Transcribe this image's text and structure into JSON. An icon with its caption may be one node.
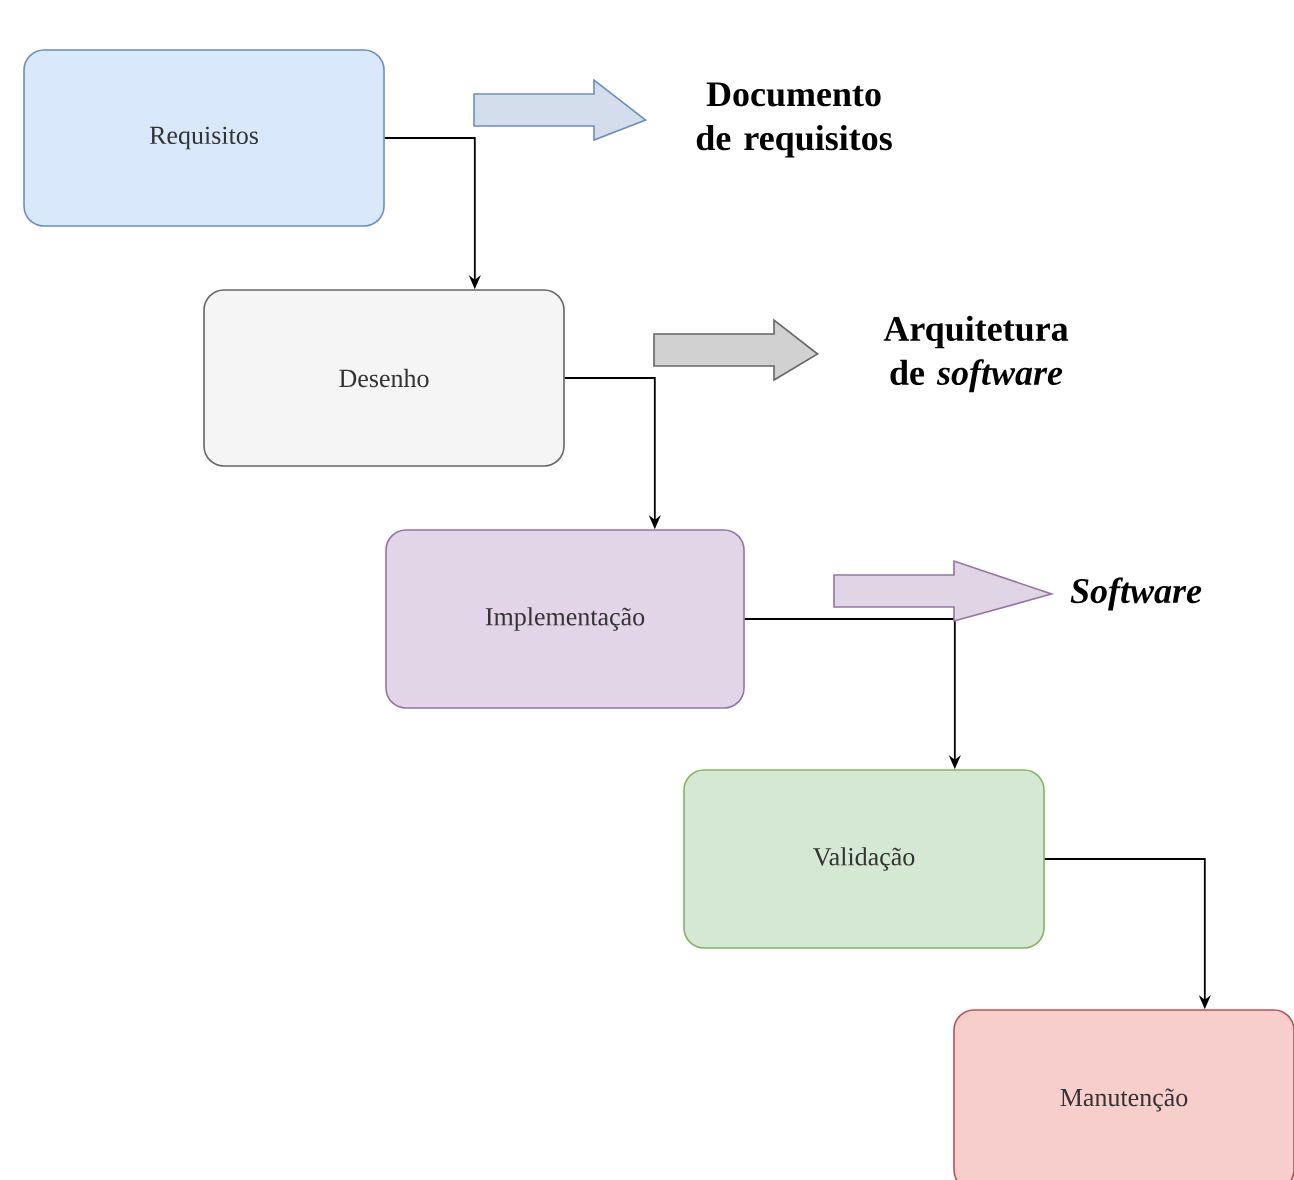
{
  "diagram": {
    "nodes": [
      {
        "text": [
          "Requisitos"
        ]
      },
      {
        "text": [
          "Desenho"
        ]
      },
      {
        "text": [
          "Implementação"
        ]
      },
      {
        "text": [
          "Validação"
        ]
      },
      {
        "text": [
          "Manutenção"
        ]
      },
      {
        "text": [
          "Documento de requisitos"
        ]
      },
      {
        "text": [
          "Arquitetura de *software*"
        ]
      },
      {
        "text": [
          "Software"
        ]
      }
    ],
    "edges": [
      {
        "from": 0,
        "to": 1,
        "arrow": "to"
      },
      {
        "from": 1,
        "to": 2,
        "arrow": "to"
      },
      {
        "from": 2,
        "to": 3,
        "arrow": "to"
      },
      {
        "from": 3,
        "to": 4,
        "arrow": "to"
      },
      {
        "from": 0,
        "to": 5,
        "arrow": "to",
        "style": "thick",
        "color": "#6c8ebf"
      },
      {
        "from": 1,
        "to": 6,
        "arrow": "to",
        "style": "thick",
        "color": "#666666"
      },
      {
        "from": 2,
        "to": 7,
        "arrow": "to",
        "style": "thick",
        "color": "#9673a6"
      }
    ]
  }
}
